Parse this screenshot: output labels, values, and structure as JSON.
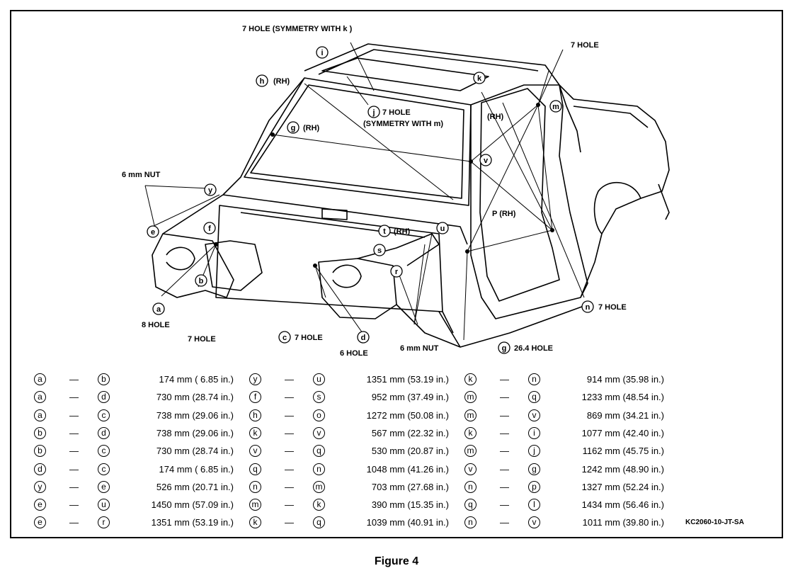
{
  "figure_caption": "Figure 4",
  "reference_code": "KC2060-10-JT-SA",
  "callouts": {
    "hole7_sym_k": "7 HOLE (SYMMETRY WITH",
    "hole7_sym_k_letter": "k",
    "hole7_top": "7 HOLE",
    "j_label": "7 HOLE",
    "j_sym": "(SYMMETRY WITH",
    "j_sym_letter": "m",
    "rh": "(RH)",
    "nut_left": "6 mm NUT",
    "nut_bottom": "6 mm NUT",
    "hole8": "8 HOLE",
    "hole7_b": "7 HOLE",
    "hole7_c": "7 HOLE",
    "hole6": "6 HOLE",
    "hole26": "26.4 HOLE",
    "hole7_n": "7 HOLE",
    "p_rh": "P (RH)"
  },
  "point_letters": [
    "a",
    "b",
    "c",
    "d",
    "e",
    "f",
    "g",
    "h",
    "i",
    "j",
    "k",
    "l",
    "m",
    "n",
    "o",
    "p",
    "q",
    "r",
    "s",
    "t",
    "u",
    "v",
    "y"
  ],
  "dimensions": {
    "columns": [
      [
        {
          "from": "a",
          "to": "b",
          "value": "174 mm ( 6.85 in.)"
        },
        {
          "from": "a",
          "to": "d",
          "value": "730 mm (28.74 in.)"
        },
        {
          "from": "a",
          "to": "c",
          "value": "738 mm (29.06 in.)"
        },
        {
          "from": "b",
          "to": "d",
          "value": "738 mm (29.06 in.)"
        },
        {
          "from": "b",
          "to": "c",
          "value": "730 mm (28.74 in.)"
        },
        {
          "from": "d",
          "to": "c",
          "value": "174 mm ( 6.85 in.)"
        },
        {
          "from": "y",
          "to": "e",
          "value": "526 mm (20.71 in.)"
        },
        {
          "from": "e",
          "to": "u",
          "value": "1450 mm (57.09 in.)"
        },
        {
          "from": "e",
          "to": "r",
          "value": "1351 mm (53.19 in.)"
        }
      ],
      [
        {
          "from": "y",
          "to": "u",
          "value": "1351 mm (53.19 in.)"
        },
        {
          "from": "f",
          "to": "s",
          "value": "952 mm (37.49 in.)"
        },
        {
          "from": "h",
          "to": "o",
          "value": "1272 mm (50.08 in.)"
        },
        {
          "from": "k",
          "to": "v",
          "value": "567 mm (22.32 in.)"
        },
        {
          "from": "v",
          "to": "q",
          "value": "530 mm (20.87 in.)"
        },
        {
          "from": "q",
          "to": "n",
          "value": "1048 mm (41.26 in.)"
        },
        {
          "from": "n",
          "to": "m",
          "value": "703 mm (27.68 in.)"
        },
        {
          "from": "m",
          "to": "k",
          "value": "390 mm (15.35 in.)"
        },
        {
          "from": "k",
          "to": "q",
          "value": "1039 mm (40.91 in.)"
        }
      ],
      [
        {
          "from": "k",
          "to": "n",
          "value": "914 mm (35.98 in.)"
        },
        {
          "from": "m",
          "to": "q",
          "value": "1233 mm (48.54 in.)"
        },
        {
          "from": "m",
          "to": "v",
          "value": "869 mm (34.21 in.)"
        },
        {
          "from": "k",
          "to": "i",
          "value": "1077 mm (42.40 in.)"
        },
        {
          "from": "m",
          "to": "j",
          "value": "1162 mm (45.75 in.)"
        },
        {
          "from": "v",
          "to": "g",
          "value": "1242 mm (48.90 in.)"
        },
        {
          "from": "n",
          "to": "p",
          "value": "1327 mm (52.24 in.)"
        },
        {
          "from": "q",
          "to": "l",
          "value": "1434 mm (56.46 in.)"
        },
        {
          "from": "n",
          "to": "v",
          "value": "1011 mm (39.80 in.)"
        }
      ]
    ],
    "separator": "—"
  }
}
